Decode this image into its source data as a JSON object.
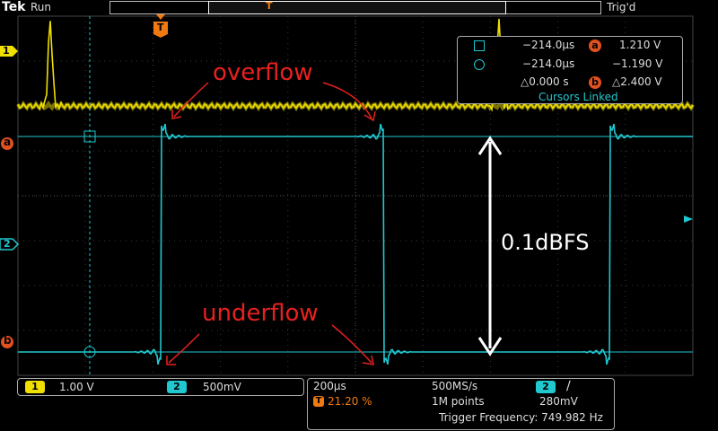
{
  "header": {
    "brand": "Tek",
    "state": "Run",
    "trigger_status": "Trig'd"
  },
  "cursors": {
    "row1_time": "−214.0µs",
    "row1_badge": "a",
    "row1_volt": "1.210 V",
    "row2_time": "−214.0µs",
    "row2_volt": "−1.190 V",
    "delta_time": "△0.000 s",
    "row2_badge": "b",
    "delta_volt": "△2.400 V",
    "linked": "Cursors Linked"
  },
  "markers": {
    "trigger_marker": "T",
    "ch1_marker": "1",
    "ch2_marker": "2",
    "cursor_a": "a",
    "cursor_b": "b"
  },
  "annotations": {
    "overflow": "overflow",
    "underflow": "underflow",
    "range": "0.1dBFS"
  },
  "status": {
    "ch1_num": "1",
    "ch1_scale": "1.00 V",
    "ch2_num": "2",
    "ch2_scale": "500mV",
    "timebase": "200µs",
    "sample_rate": "500MS/s",
    "trig_ch": "2",
    "trig_slope": "∕",
    "trig_pos_marker": "T",
    "trig_pos": "21.20 %",
    "record": "1M points",
    "trig_level": "280mV",
    "trig_freq": "Trigger Frequency: 749.982 Hz"
  },
  "colors": {
    "ch1": "#f0e000",
    "ch2": "#20c8d0",
    "annotation": "#e82020",
    "cursor_badge": "#e05020"
  }
}
